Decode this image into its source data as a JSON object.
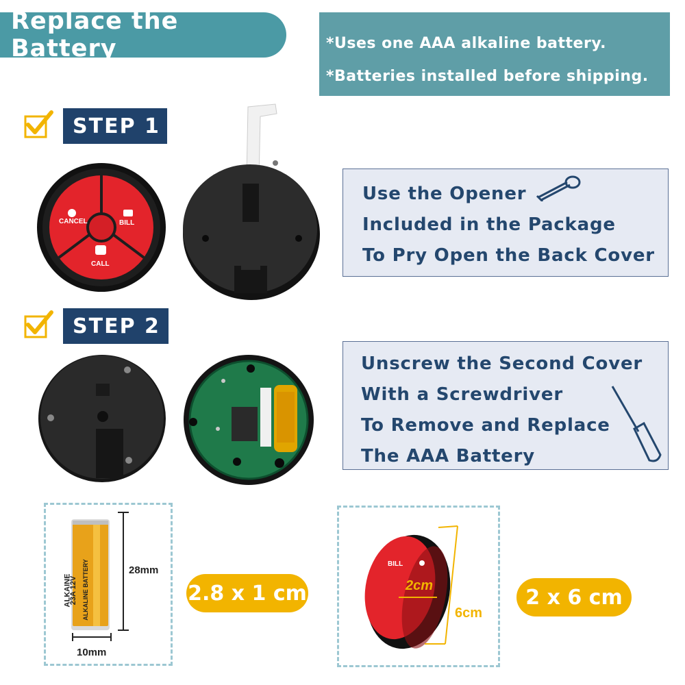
{
  "header": {
    "title": "Replace the Battery",
    "notes": [
      "*Uses one AAA alkaline battery.",
      "*Batteries installed before shipping."
    ]
  },
  "step1": {
    "label": "STEP 1",
    "instructions": [
      "Use the Opener",
      "Included in the Package",
      "To Pry Open the Back Cover"
    ],
    "button_labels": {
      "cancel": "CANCEL",
      "bill": "BILL",
      "call": "CALL"
    }
  },
  "step2": {
    "label": "STEP 2",
    "instructions": [
      "Unscrew the Second Cover",
      "With a Screwdriver",
      "To Remove and Replace",
      "The AAA Battery"
    ]
  },
  "battery_spec": {
    "height_label": "28mm",
    "width_label": "10mm",
    "size_text": "2.8 x 1 cm",
    "battery_text": [
      "ALKAINE",
      "ALKALINE BATTERY",
      "23A 12V"
    ]
  },
  "device_spec": {
    "depth_label": "2cm",
    "diameter_label": "6cm",
    "size_text": "2 x 6 cm",
    "button_text": "BILL"
  },
  "colors": {
    "title_bg": "#4b9aa5",
    "note_bg": "#5f9ea7",
    "step_bg": "#20426b",
    "check": "#f2b400",
    "info_text": "#24476e",
    "info_bg": "#e6eaf3",
    "pill": "#f2b400",
    "button_red": "#e3242b"
  },
  "icons": [
    "checkmark-icon",
    "opener-icon",
    "screwdriver-icon"
  ]
}
